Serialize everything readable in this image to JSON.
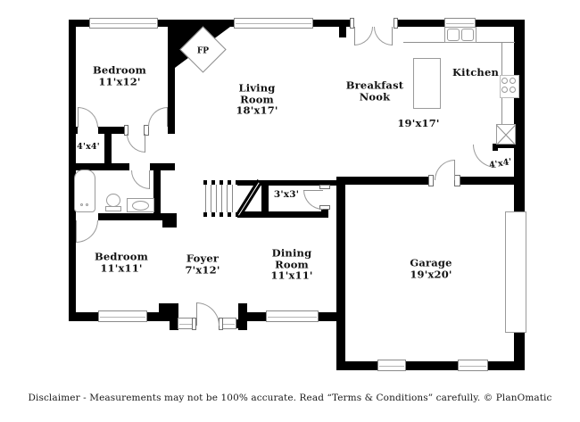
{
  "title": "Floor plan",
  "colors": {
    "wall": "#000000",
    "fixture_line": "#9a9a9a",
    "background": "#ffffff",
    "text": "#111111"
  },
  "rooms": [
    {
      "id": "bedroom-1",
      "label_lines": [
        "Bedroom",
        "11'x12'"
      ]
    },
    {
      "id": "living-room",
      "label_lines": [
        "Living",
        "Room",
        "18'x17'"
      ]
    },
    {
      "id": "breakfast-nook",
      "label_lines": [
        "Breakfast",
        "Nook"
      ]
    },
    {
      "id": "breakfast-nook-dims",
      "label_lines": [
        "19'x17'"
      ]
    },
    {
      "id": "kitchen",
      "label_lines": [
        "Kitchen"
      ]
    },
    {
      "id": "closet-upper",
      "label_lines": [
        "4'x4'"
      ]
    },
    {
      "id": "closet-garage",
      "label_lines": [
        "4'x4'"
      ]
    },
    {
      "id": "closet-stairs",
      "label_lines": [
        "3'x3'"
      ]
    },
    {
      "id": "bedroom-2",
      "label_lines": [
        "Bedroom",
        "11'x11'"
      ]
    },
    {
      "id": "foyer",
      "label_lines": [
        "Foyer",
        "7'x12'"
      ]
    },
    {
      "id": "dining-room",
      "label_lines": [
        "Dining",
        "Room",
        "11'x11'"
      ]
    },
    {
      "id": "garage",
      "label_lines": [
        "Garage",
        "19'x20'"
      ]
    },
    {
      "id": "fireplace",
      "label_lines": [
        "FP"
      ]
    }
  ],
  "footer": {
    "disclaimer": "Disclaimer - Measurements may not be 100% accurate. Read “Terms & Conditions” carefully. © PlanOmatic"
  }
}
